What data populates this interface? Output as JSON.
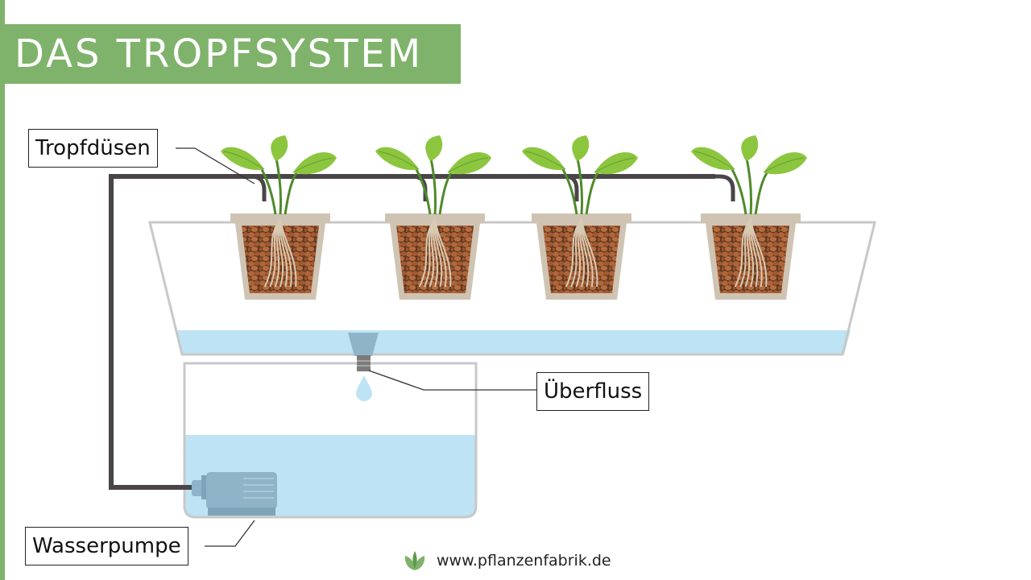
{
  "title": "DAS TROPFSYSTEM",
  "labels": {
    "drip_nozzles": "Tropfdüsen",
    "overflow": "Überfluss",
    "water_pump": "Wasserpumpe"
  },
  "footer": {
    "website": "www.pflanzenfabrik.de",
    "logo_icon": "leaf-logo-icon"
  },
  "colors": {
    "accent_green": "#7fb36b",
    "leaf_green": "#8cc63f",
    "water_blue": "#bde3f5",
    "pot_beige": "#cfc4b3",
    "clay_brown": "#a0522d",
    "pipe_dark": "#4a4549",
    "pump_blue": "#8fb4c8"
  },
  "plants": [
    {
      "id": 1
    },
    {
      "id": 2
    },
    {
      "id": 3
    },
    {
      "id": 4
    }
  ]
}
